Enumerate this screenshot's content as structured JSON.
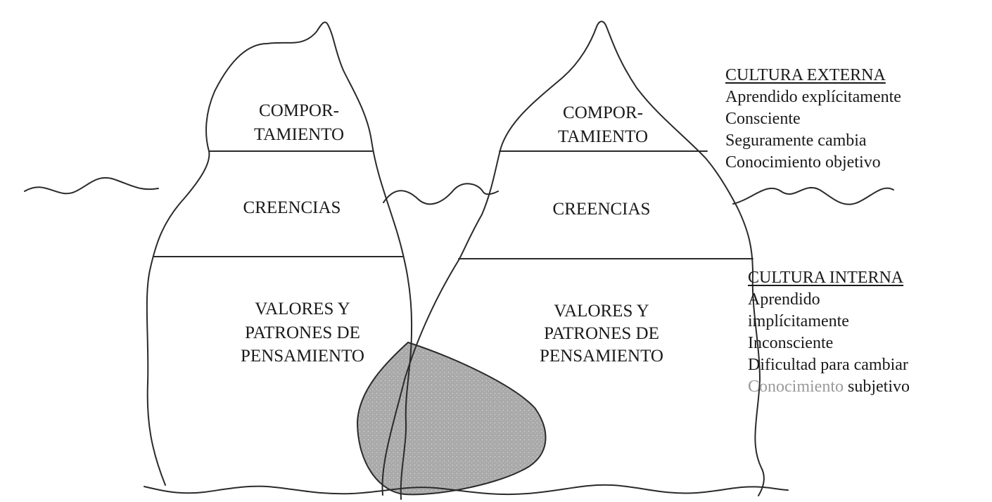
{
  "icebergs": {
    "left": {
      "top_label": [
        "COMPOR-",
        "TAMIENTO"
      ],
      "middle_label": "CREENCIAS",
      "bottom_label": [
        "VALORES Y",
        "PATRONES DE",
        "PENSAMIENTO"
      ]
    },
    "right": {
      "top_label": [
        "COMPOR-",
        "TAMIENTO"
      ],
      "middle_label": "CREENCIAS",
      "bottom_label": [
        "VALORES Y",
        "PATRONES DE",
        "PENSAMIENTO"
      ]
    }
  },
  "external_culture": {
    "heading": "CULTURA EXTERNA",
    "items": [
      "Aprendido explícitamente",
      "Consciente",
      "Seguramente cambia",
      "Conocimiento objetivo"
    ]
  },
  "internal_culture": {
    "heading": "CULTURA INTERNA",
    "items": [
      "Aprendido",
      "implícitamente",
      "Inconsciente",
      "Dificultad para cambiar"
    ],
    "last_item_faded": "Conocimiento",
    "last_item_rest": "subjetivo"
  },
  "colors": {
    "outline": "#2a2a2a",
    "overlap_fill": "#a9a9a9",
    "faded_text": "#9a9a9a"
  }
}
